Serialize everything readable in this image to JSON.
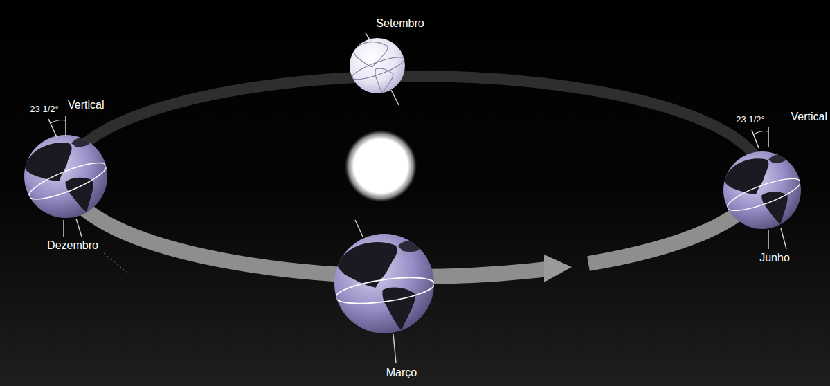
{
  "diagram": {
    "labels": [
      "Setembro",
      "23 1/2°",
      "Vertical",
      "23 1/2°",
      "Vertical",
      "Dezembro",
      "Junho",
      "Março"
    ]
  }
}
